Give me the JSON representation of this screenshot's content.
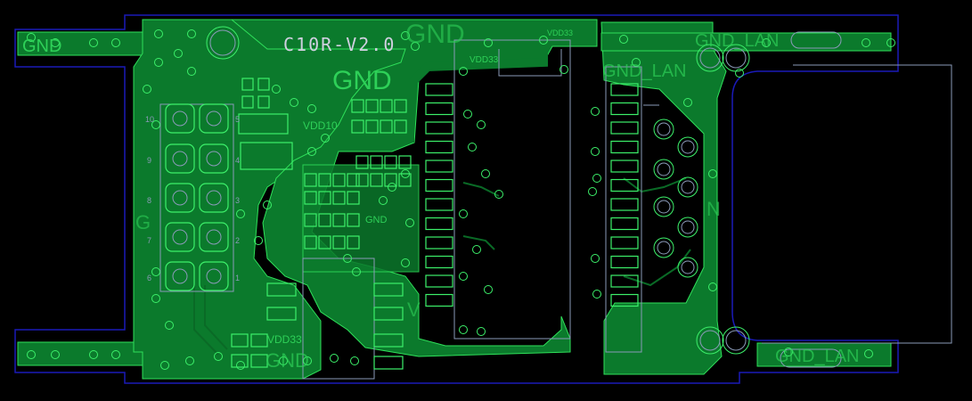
{
  "board": {
    "title": "C10R-V2.0",
    "net_labels": {
      "gnd_left": "GND",
      "gnd_top": "GND",
      "gnd_mid": "GND",
      "gnd_center": "GND",
      "gnd_bottom": "GND",
      "gnd_lan_top": "GND_LAN",
      "gnd_lan_mid": "GND_LAN",
      "gnd_lan_bottom": "GND_LAN",
      "vdd33_top": "VDD33",
      "vdd33_chip": "VDD33",
      "vdd33_bottom": "VDD33",
      "vdd10": "VDD10",
      "g_left": "G",
      "v_right": "V",
      "n_right": "N"
    },
    "header_pin_labels": [
      "10",
      "9",
      "8",
      "7",
      "6",
      "5",
      "4",
      "3",
      "2",
      "1"
    ]
  },
  "colors": {
    "copper": "#0b7a2c",
    "pad_outline": "#3cf06a",
    "board_edge": "#1a1ab8",
    "silkscreen": "#8a9ab8"
  }
}
